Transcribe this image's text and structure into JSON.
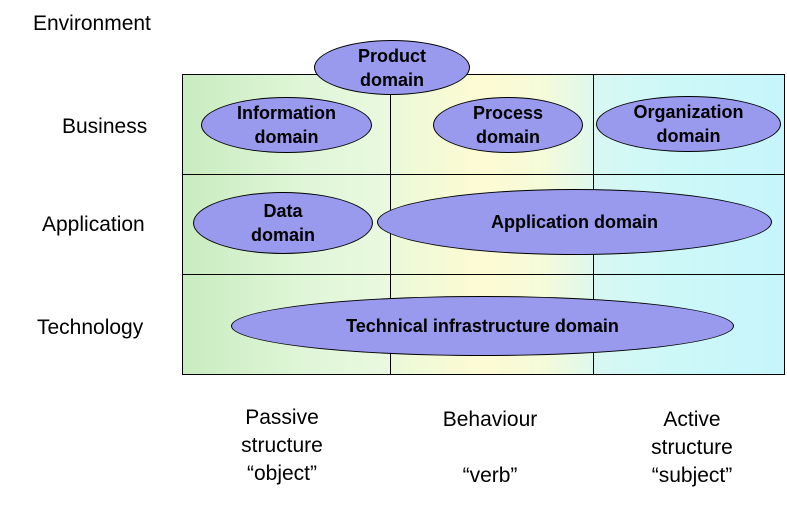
{
  "environment_label": "Environment",
  "rows": {
    "business": "Business",
    "application": "Application",
    "technology": "Technology"
  },
  "columns": {
    "passive": "Passive\nstructure\n“object”",
    "behaviour": "Behaviour\n\n“verb”",
    "active": "Active\nstructure\n“subject”"
  },
  "domains": {
    "product": "Product\ndomain",
    "information": "Information\ndomain",
    "process": "Process\ndomain",
    "organization": "Organization\ndomain",
    "data": "Data\ndomain",
    "application": "Application domain",
    "technical": "Technical infrastructure domain"
  },
  "colors": {
    "oval_fill": "#9999ee",
    "passive_band": "#d6f2cc",
    "behaviour_band": "#fdfbd3",
    "active_band": "#cdf8f8"
  }
}
